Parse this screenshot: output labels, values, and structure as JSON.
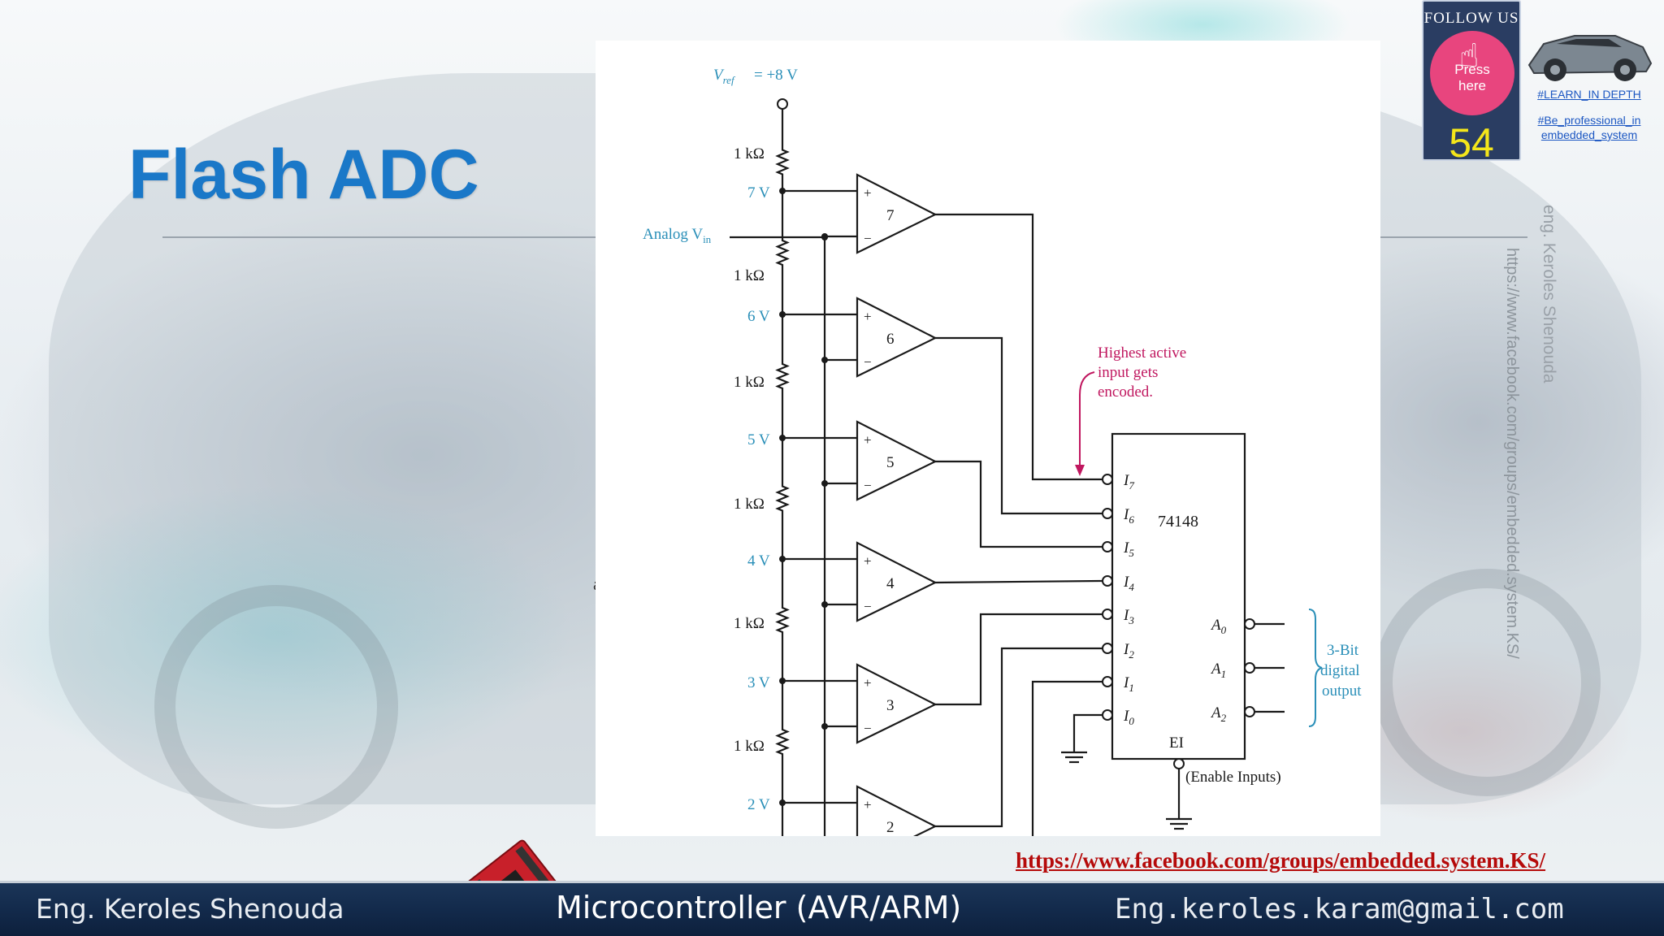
{
  "slide": {
    "title": "Flash ADC",
    "text_fragment": "al",
    "page_number": "54"
  },
  "follow_badge": {
    "heading": "FOLLOW US",
    "button_line1": "Press",
    "button_line2": "here"
  },
  "side_links": {
    "learn": "#LEARN_IN DEPTH",
    "pro_line1": "#Be_professional_in",
    "pro_line2": "embedded_system"
  },
  "watermarks": {
    "name": "eng. Keroles Shenouda",
    "url": "https://www.facebook.com/groups/embedded.system.KS/"
  },
  "footer": {
    "link": "https://www.facebook.com/groups/embedded.system.KS/",
    "author": "Eng. Keroles Shenouda",
    "course": "Microcontroller (AVR/ARM)",
    "email": "Eng.keroles.karam@gmail.com"
  },
  "circuit": {
    "vref": "V_ref = +8 V",
    "vref_main": "V",
    "vref_sub": "ref",
    "vref_value": " = +8 V",
    "analog_label": "Analog V",
    "analog_sub": "in",
    "resistor_label": "1 kΩ",
    "tap_voltages": [
      "7 V",
      "6 V",
      "5 V",
      "4 V",
      "3 V",
      "2 V"
    ],
    "comparator_numbers": [
      "7",
      "6",
      "5",
      "4",
      "3",
      "2"
    ],
    "plus": "+",
    "minus": "−",
    "encoder_chip": "74148",
    "inputs": [
      "I7",
      "I6",
      "I5",
      "I4",
      "I3",
      "I2",
      "I1",
      "I0"
    ],
    "outputs": [
      "A0",
      "A1",
      "A2"
    ],
    "enable_pin": "EI",
    "enable_label": "(Enable Inputs)",
    "note_line1": "Highest active",
    "note_line2": "input gets",
    "note_line3": "encoded.",
    "output_label_1": "3-Bit",
    "output_label_2": "digital",
    "output_label_3": "output",
    "colors": {
      "line": "#1a1a1a",
      "label_blue": "#2a8fb8",
      "note_magenta": "#c0175f",
      "title_blue": "#1a78c8"
    }
  }
}
